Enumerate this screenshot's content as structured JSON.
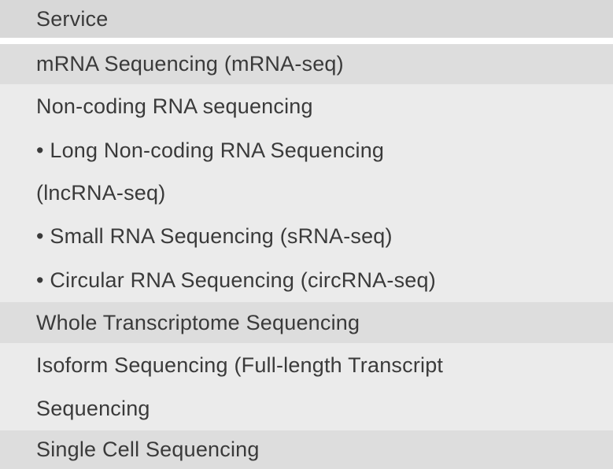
{
  "header": {
    "title": "Service"
  },
  "rows": [
    {
      "lines": [
        "mRNA Sequencing (mRNA-seq)"
      ]
    },
    {
      "lines": [
        "Non-coding RNA sequencing",
        "• Long Non-coding RNA Sequencing",
        "(lncRNA-seq)",
        "• Small RNA Sequencing (sRNA-seq)",
        "• Circular RNA Sequencing (circRNA-seq)"
      ]
    },
    {
      "lines": [
        "Whole Transcriptome Sequencing"
      ]
    },
    {
      "lines": [
        "Isoform Sequencing (Full-length Transcript",
        "Sequencing"
      ]
    },
    {
      "lines": [
        "Single Cell Sequencing"
      ]
    }
  ]
}
